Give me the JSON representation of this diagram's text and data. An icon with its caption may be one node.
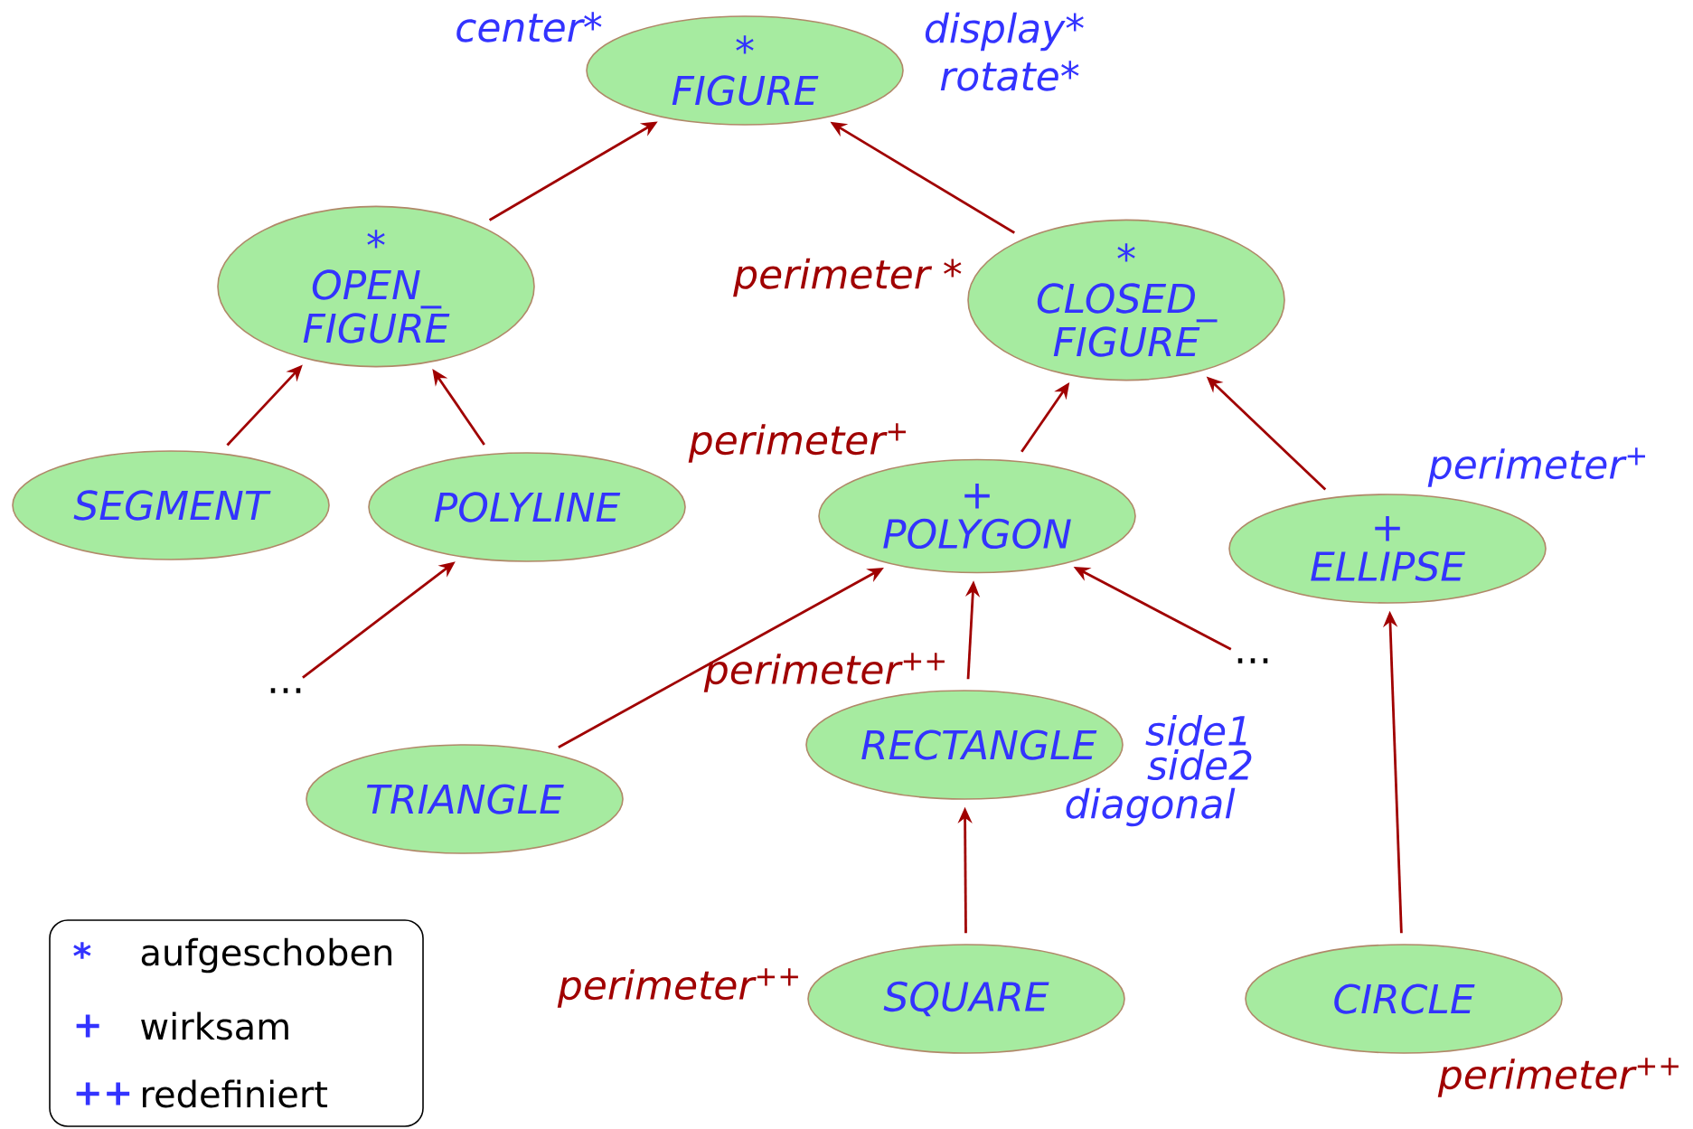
{
  "diagram": {
    "nodes": [
      {
        "text": [
          "*",
          "FIGURE"
        ],
        "beside": [
          "center*",
          "display*",
          "rotate*"
        ]
      },
      {
        "text": [
          "*",
          "OPEN_ FIGURE"
        ]
      },
      {
        "text": [
          "*",
          "CLOSED_ FIGURE"
        ],
        "beside": [
          "perimeter *"
        ]
      },
      {
        "text": [
          "SEGMENT"
        ]
      },
      {
        "text": [
          "POLYLINE"
        ]
      },
      {
        "text": [
          "+",
          "POLYGON"
        ],
        "beside": [
          "perimeter$^{+}$"
        ]
      },
      {
        "text": [
          "+",
          "ELLIPSE"
        ],
        "beside": [
          "perimeter$^{+}$"
        ]
      },
      {
        "text": [
          "..."
        ]
      },
      {
        "text": [
          "..."
        ]
      },
      {
        "text": [
          "TRIANGLE"
        ]
      },
      {
        "text": [
          "RECTANGLE"
        ],
        "beside": [
          "perimeter$^{++}$",
          "side1",
          "side2",
          "diagonal"
        ]
      },
      {
        "text": [
          "SQUARE"
        ],
        "beside": [
          "perimeter$^{++}$"
        ]
      },
      {
        "text": [
          "CIRCLE"
        ],
        "beside": [
          "perimeter$^{++}$"
        ]
      }
    ],
    "edges": [
      {
        "from": 1,
        "to": 0,
        "arrow": "to"
      },
      {
        "from": 2,
        "to": 0,
        "arrow": "to"
      },
      {
        "from": 3,
        "to": 1,
        "arrow": "to"
      },
      {
        "from": 4,
        "to": 1,
        "arrow": "to"
      },
      {
        "from": 7,
        "to": 4,
        "arrow": "to"
      },
      {
        "from": 5,
        "to": 2,
        "arrow": "to"
      },
      {
        "from": 6,
        "to": 2,
        "arrow": "to"
      },
      {
        "from": 9,
        "to": 5,
        "arrow": "to"
      },
      {
        "from": 10,
        "to": 5,
        "arrow": "to"
      },
      {
        "from": 8,
        "to": 5,
        "arrow": "to"
      },
      {
        "from": 11,
        "to": 10,
        "arrow": "to"
      },
      {
        "from": 12,
        "to": 6,
        "arrow": "to"
      }
    ],
    "labels": [
      "*",
      "+",
      "++"
    ],
    "legend": [
      {
        "text": "aufgeschoben"
      },
      {
        "text": "wirksam"
      },
      {
        "text": "redefiniert"
      }
    ]
  }
}
